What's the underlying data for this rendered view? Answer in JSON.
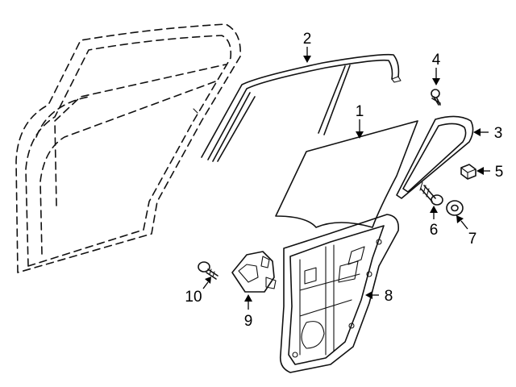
{
  "colors": {
    "line": "#111111",
    "background": "#ffffff"
  },
  "callouts": [
    {
      "id": "1",
      "label": "1"
    },
    {
      "id": "2",
      "label": "2"
    },
    {
      "id": "3",
      "label": "3"
    },
    {
      "id": "4",
      "label": "4"
    },
    {
      "id": "5",
      "label": "5"
    },
    {
      "id": "6",
      "label": "6"
    },
    {
      "id": "7",
      "label": "7"
    },
    {
      "id": "8",
      "label": "8"
    },
    {
      "id": "9",
      "label": "9"
    },
    {
      "id": "10",
      "label": "10"
    }
  ]
}
